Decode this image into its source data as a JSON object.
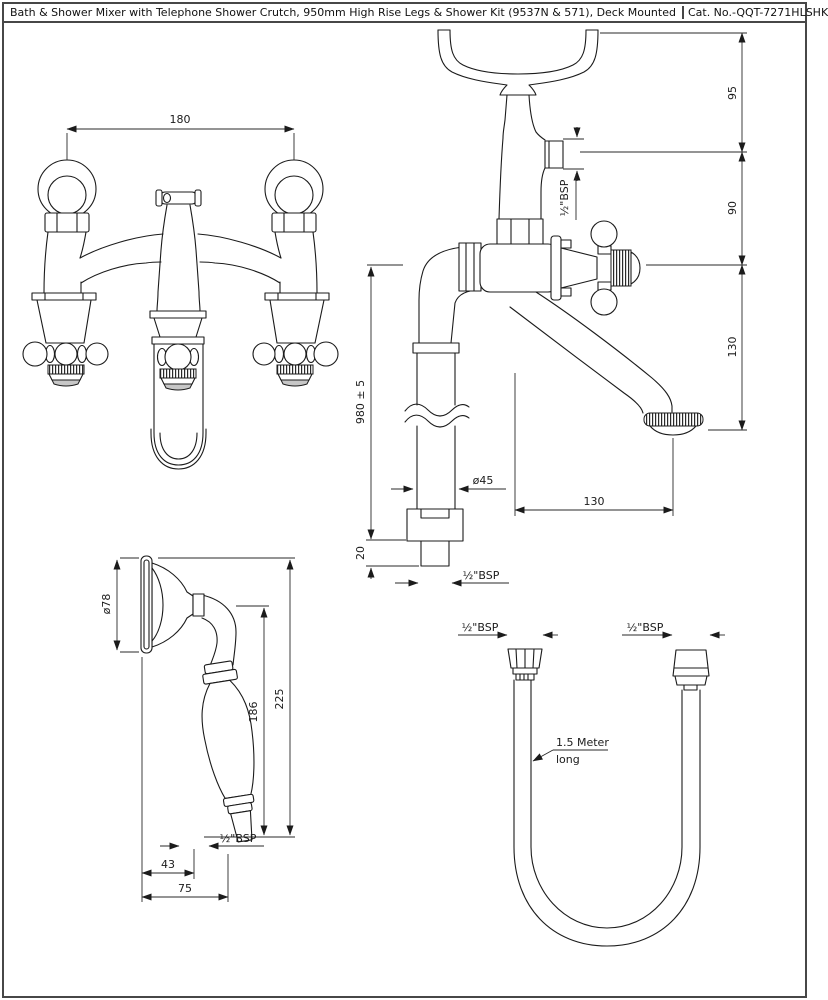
{
  "title_bar": {
    "title": "Bath & Shower Mixer with Telephone Shower Crutch, 950mm High Rise Legs & Shower Kit (9537N & 571), Deck Mounted",
    "cat_no": "Cat. No.-QQT-7271HLSHK"
  },
  "front": {
    "dim_width": "180"
  },
  "side": {
    "dim_crutch": "95",
    "dim_outlet_to_center": "90",
    "dim_center_to_spout": "130",
    "dim_leg": "980 ± 5",
    "dim_tail": "20",
    "dim_leg_dia": "ø45",
    "dim_reach": "130",
    "thread_outlet": "½\"BSP",
    "thread_tail": "½\"BSP"
  },
  "handset": {
    "dim_head": "ø78",
    "dim_total": "225",
    "dim_handle": "186",
    "dim_offset": "43",
    "dim_width": "75",
    "thread": "½\"BSP"
  },
  "hose": {
    "thread_left": "½\"BSP",
    "thread_right": "½\"BSP",
    "note1": "1.5 Meter",
    "note2": "long"
  },
  "colors": {
    "line": "#1b1b1b",
    "frame": "#474747",
    "background": "#ffffff",
    "shade": "#c7c7c7"
  }
}
